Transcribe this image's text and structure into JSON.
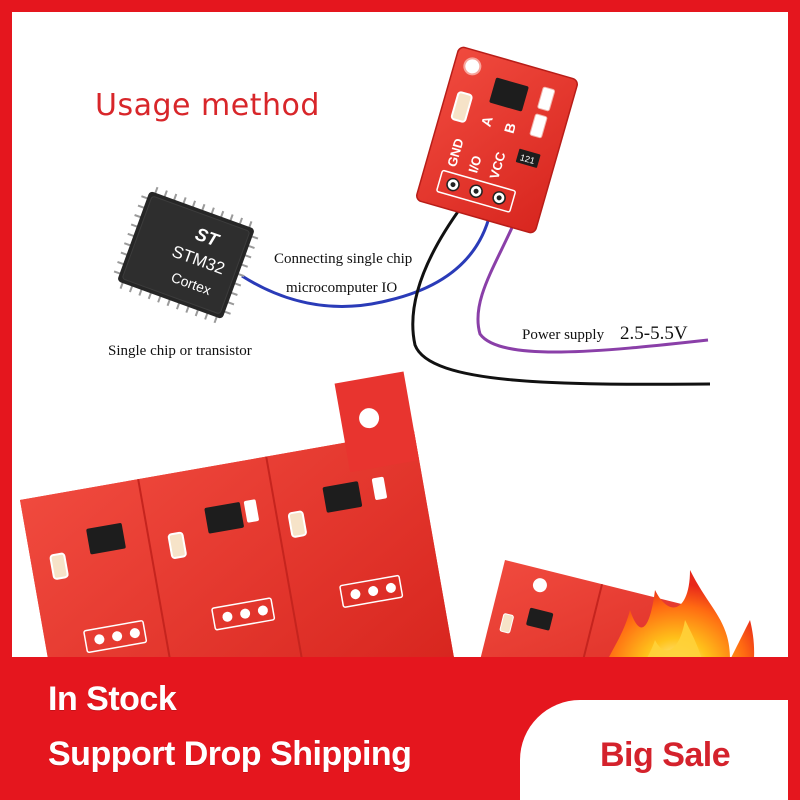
{
  "title": "Usage method",
  "labels": {
    "connect_line1": "Connecting single chip",
    "connect_line2": "microcomputer IO",
    "single_chip": "Single chip or transistor",
    "power_supply": "Power supply",
    "voltage": "2.5-5.5V"
  },
  "module": {
    "pins": [
      "GND",
      "I/O",
      "VCC"
    ],
    "pads": [
      "A",
      "B"
    ],
    "resistor_code": "121"
  },
  "chip": {
    "brand": "ST",
    "model": "STM32",
    "core": "Cortex"
  },
  "banner": {
    "line1": "In Stock",
    "line2": "Support Drop Shipping",
    "sale": "Big Sale"
  },
  "colors": {
    "brand_red": "#e5161e",
    "title_red": "#d8262a",
    "pcb_red": "#e8342f",
    "wire_blue": "#2a3bb8",
    "wire_purple": "#8a3fa8",
    "wire_black": "#111111"
  }
}
